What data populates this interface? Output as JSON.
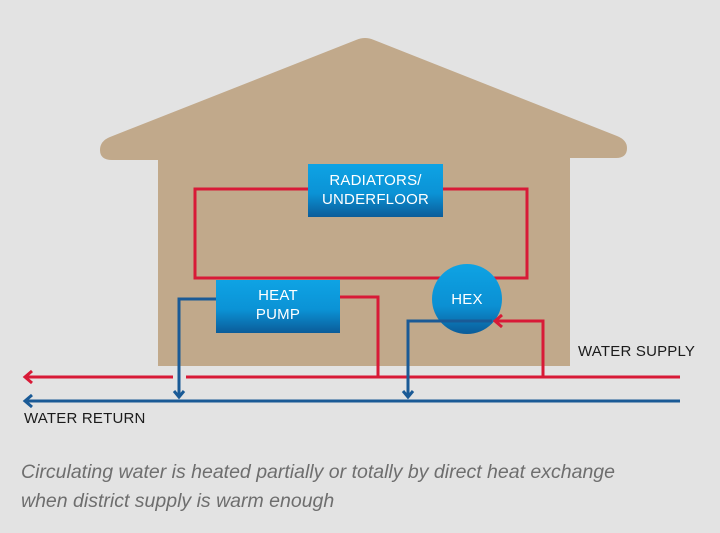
{
  "colors": {
    "background": "#e3e3e3",
    "house": "#c1a98b",
    "component_top": "#0ea3e4",
    "component_bottom": "#0b5c99",
    "supply_line": "#d81a37",
    "return_line": "#1a5a96"
  },
  "components": {
    "radiators": {
      "line1": "RADIATORS/",
      "line2": "UNDERFLOOR"
    },
    "heat_pump": {
      "line1": "HEAT",
      "line2": "PUMP"
    },
    "hex": {
      "label": "HEX"
    }
  },
  "labels": {
    "water_supply": "WATER SUPPLY",
    "water_return": "WATER RETURN"
  },
  "caption": {
    "line1": "Circulating water is heated partially or totally by direct heat exchange",
    "line2": "when district supply is warm enough"
  }
}
